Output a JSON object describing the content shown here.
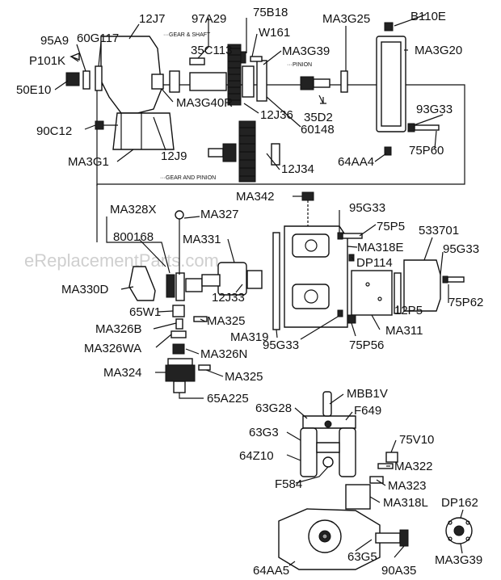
{
  "watermark": "eReplacementParts.com",
  "notes": {
    "gear_shaft": "···GEAR & SHAFT",
    "pinion": "···PINION",
    "gear_pinion": "···GEAR AND PINION"
  },
  "labels": {
    "12J7": "12J7",
    "97A29": "97A29",
    "75B18": "75B18",
    "MA3G25": "MA3G25",
    "B110E": "B110E",
    "95A9": "95A9",
    "60G117": "60G117",
    "W161": "W161",
    "35C113": "35C113",
    "MA3G39_top": "MA3G39",
    "MA3G20": "MA3G20",
    "P101K": "P101K",
    "50E10": "50E10",
    "MA3G40R": "MA3G40R",
    "35D2": "35D2",
    "93G33": "93G33",
    "12J36": "12J36",
    "90C12": "90C12",
    "60148": "60148",
    "75P60": "75P60",
    "MA3G1": "MA3G1",
    "12J9": "12J9",
    "64AA4": "64AA4",
    "12J34": "12J34",
    "MA342": "MA342",
    "95G33_a": "95G33",
    "75P5": "75P5",
    "533701": "533701",
    "95G33_b": "95G33",
    "MA328X": "MA328X",
    "MA327": "MA327",
    "800168": "800168",
    "MA331": "MA331",
    "MA318E": "MA318E",
    "DP114": "DP114",
    "MA330D": "MA330D",
    "12J33": "12J33",
    "75P62": "75P62",
    "12P5": "12P5",
    "65W1": "65W1",
    "MA326B": "MA326B",
    "MA325_a": "MA325",
    "MA319": "MA319",
    "MA311": "MA311",
    "95G33_c": "95G33",
    "75P56": "75P56",
    "MA326WA": "MA326WA",
    "MA326N": "MA326N",
    "MA324": "MA324",
    "MA325_b": "MA325",
    "65A225": "65A225",
    "MBB1V": "MBB1V",
    "63G28": "63G28",
    "F649": "F649",
    "63G3": "63G3",
    "75V10": "75V10",
    "64Z10": "64Z10",
    "MA322": "MA322",
    "F584": "F584",
    "MA323": "MA323",
    "MA318L": "MA318L",
    "DP162": "DP162",
    "64AA5": "64AA5",
    "63G5": "63G5",
    "90A35": "90A35",
    "MA3G39_bottom": "MA3G39"
  }
}
